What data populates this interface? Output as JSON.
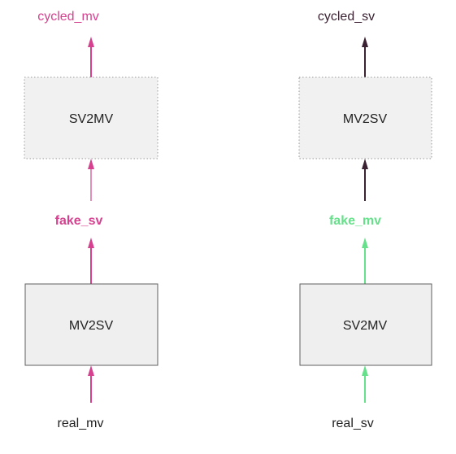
{
  "colors": {
    "pink": "#d6418f",
    "green": "#66e08a",
    "dark": "#3a2232",
    "text": "#222222"
  },
  "left_column": {
    "output_label": "cycled_mv",
    "second_generator_label": "SV2MV",
    "intermediate_label": "fake_sv",
    "first_generator_label": "MV2SV",
    "input_label": "real_mv"
  },
  "right_column": {
    "output_label": "cycled_sv",
    "second_generator_label": "MV2SV",
    "intermediate_label": "fake_mv",
    "first_generator_label": "SV2MV",
    "input_label": "real_sv"
  }
}
